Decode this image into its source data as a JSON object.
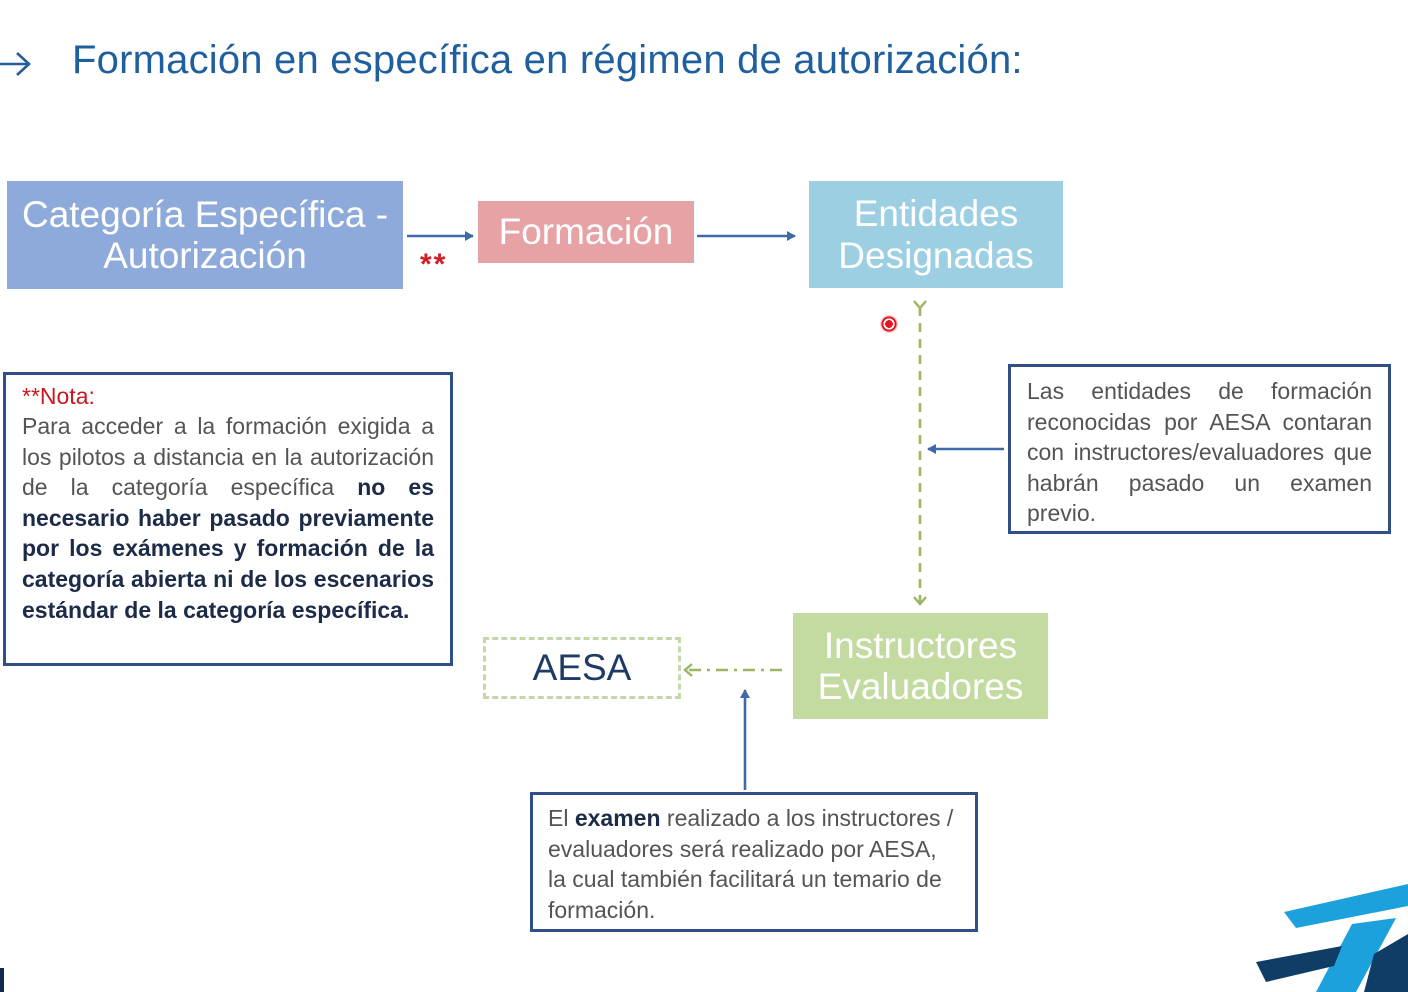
{
  "title": "Formación en específica en régimen de autorización:",
  "nodes": {
    "categoria": {
      "line1": "Categoría Específica -",
      "line2": "Autorización",
      "color": "#8eaadb"
    },
    "formacion": {
      "label": "Formación",
      "color": "#e6a2a4"
    },
    "entidades": {
      "line1": "Entidades",
      "line2": "Designadas",
      "color": "#9ccfe2"
    },
    "instructores": {
      "line1": "Instructores",
      "line2": "Evaluadores",
      "color": "#c3dba0"
    },
    "aesa": {
      "label": "AESA"
    }
  },
  "asterisks": "**",
  "note": {
    "heading": "**Nota:",
    "text_plain": "Para acceder a la formación exigida a los pilotos a distancia en la autorización de la categoría específica ",
    "text_emphasis": "no es necesario haber pasado previamente por los exámenes y formación de la categoría abierta ni de los escenarios estándar de la categoría específica."
  },
  "side_note": {
    "text": "Las entidades de formación reconocidas por AESA contaran con instructores/evaluadores que habrán pasado un examen previo."
  },
  "exam_note": {
    "before": "El ",
    "emphasis": "examen",
    "after": " realizado a los instructores / evaluadores será realizado por AESA, la cual también facilitará un temario de formación."
  },
  "colors": {
    "title": "#1f5f9e",
    "arrow": "#3e6aa8",
    "dashed_arrow": "#9bb561",
    "note_border": "#2f4f86",
    "note_heading": "#c8191f",
    "logo_light": "#1da1dc",
    "logo_dark": "#0f3d66"
  },
  "icons": {
    "title_arrow": "right-arrow-icon",
    "logo": "brand-logo-icon",
    "cursor": "pointer-dot-icon"
  }
}
